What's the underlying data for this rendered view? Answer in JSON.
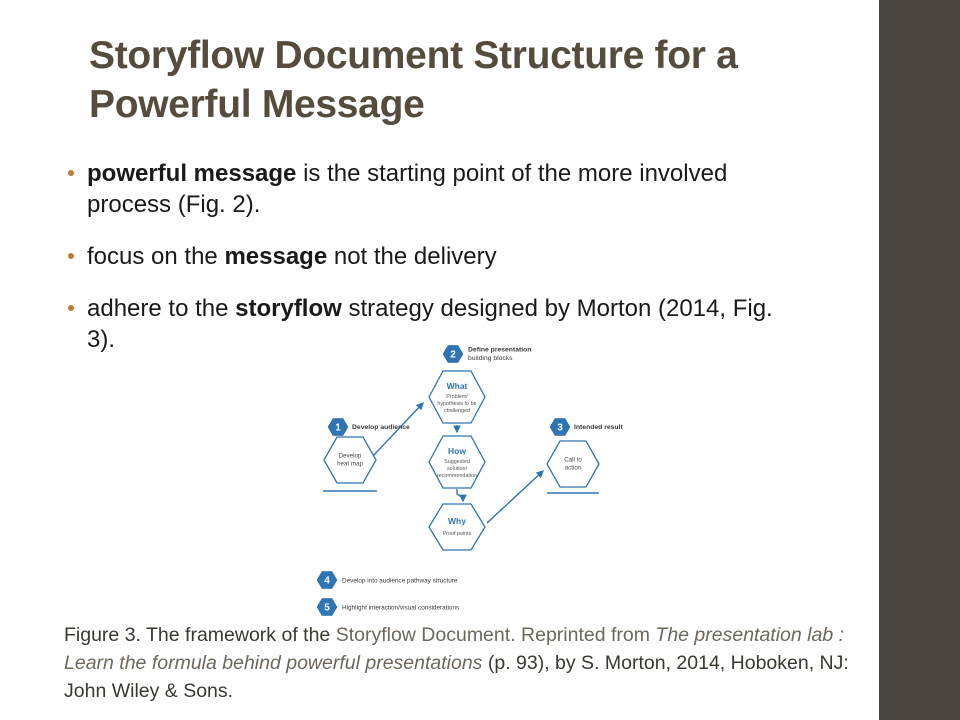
{
  "slide": {
    "title_lines": [
      "Storyflow Document Structure for a",
      "Powerful Message"
    ],
    "bullets": [
      {
        "segments": [
          {
            "text": "powerful message",
            "bold": true
          },
          {
            "text": " is the starting point of the more involved process (Fig. 2)."
          }
        ]
      },
      {
        "segments": [
          {
            "text": "focus on the "
          },
          {
            "text": "message",
            "bold": true
          },
          {
            "text": " not the delivery"
          }
        ]
      },
      {
        "segments": [
          {
            "text": "adhere to the "
          },
          {
            "text": "storyflow",
            "bold": true
          },
          {
            "text": " strategy designed by Morton (2014, Fig. 3)."
          }
        ]
      }
    ],
    "caption_segments": [
      {
        "text": "Figure 3. The framework of the ",
        "color": "#3c3731"
      },
      {
        "text": "Storyflow Document. ",
        "color": "#6f675c"
      },
      {
        "text": "Reprinted from ",
        "color": "#6f675c"
      },
      {
        "text": "The presentation lab : Learn the formula behind powerful presentations",
        "color": "#6f675c",
        "italic": true
      },
      {
        "text": " (p. 93), by S. Morton, 2014, Hoboken, NJ: John Wiley & Sons.",
        "color": "#3c3731"
      }
    ]
  },
  "diagram": {
    "steps": [
      {
        "number": "1",
        "label": "Develop audience"
      },
      {
        "number": "2",
        "label_line1": "Define presentation",
        "label_line2": "building blocks"
      },
      {
        "number": "3",
        "label": "Intended result"
      },
      {
        "number": "4",
        "label": "Develop into audience pathway structure"
      },
      {
        "number": "5",
        "label": "Highlight interaction/visual considerations"
      }
    ],
    "nodes": {
      "heatmap": {
        "line1": "Develop",
        "line2": "heat map"
      },
      "what": {
        "title": "What",
        "line1": "Problem/",
        "line2": "hypothesis to be",
        "line3": "challenged"
      },
      "how": {
        "title": "How",
        "line1": "Suggested",
        "line2": "solution/",
        "line3": "recommendation"
      },
      "why": {
        "title": "Why",
        "line1": "Proof points"
      },
      "cta": {
        "line1": "Call to",
        "line2": "action"
      }
    }
  },
  "colors": {
    "accent_bar": "#4a443e",
    "title": "#564c3d",
    "bullet_dot": "#c07b33",
    "diagram_blue": "#2e75b6",
    "body_text": "#1a1a1a"
  }
}
